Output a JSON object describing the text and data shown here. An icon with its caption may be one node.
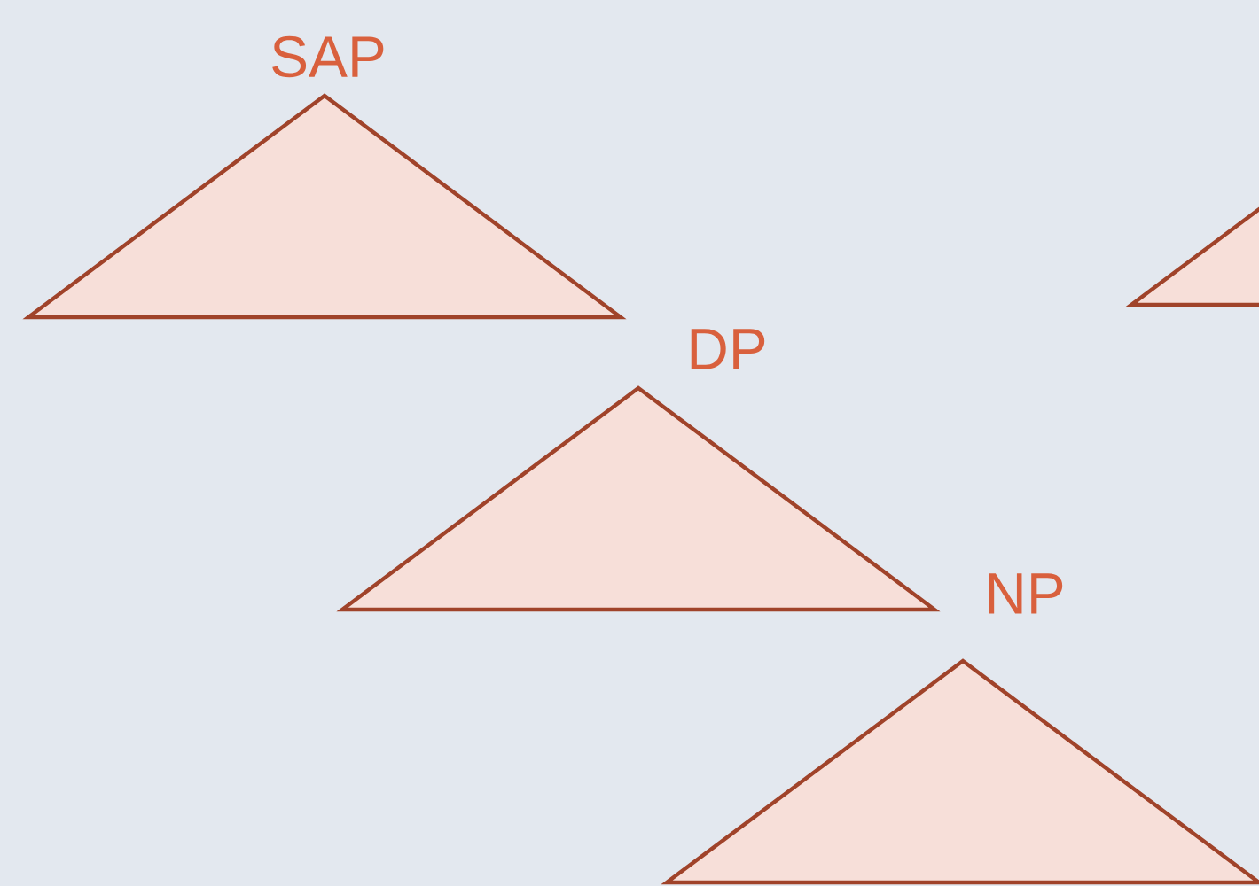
{
  "diagram": {
    "nodes": [
      {
        "text": [
          "SAP"
        ]
      },
      {
        "text": [
          "DP"
        ]
      },
      {
        "text": [
          "NP"
        ]
      },
      {
        "text": [],
        "shape": "triangle"
      }
    ]
  }
}
